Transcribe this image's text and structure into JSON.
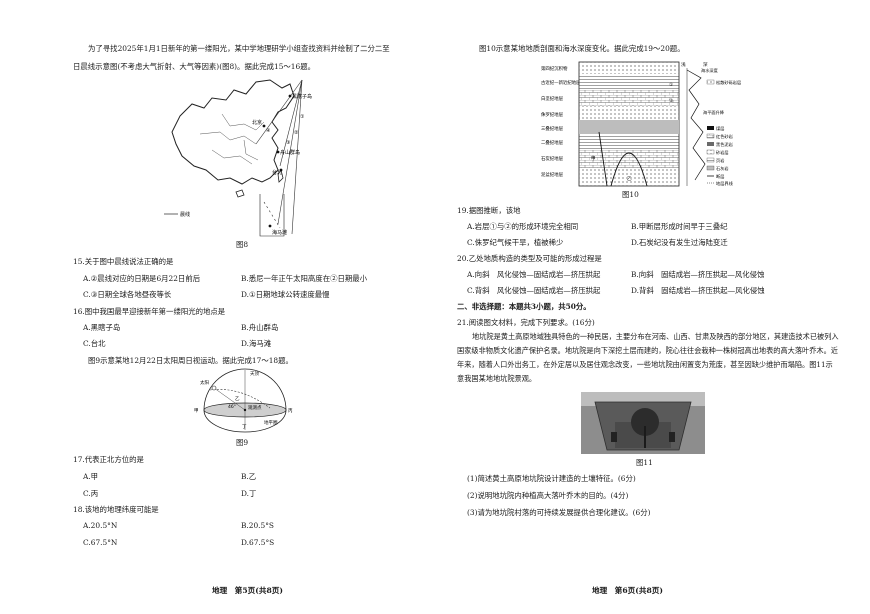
{
  "left_page": {
    "intro_line1": "为了寻找2025年1月1日新年的第一缕阳光，某中学地理研学小组查找资料并绘制了二分二至",
    "intro_line2": "日晨线示意图(不考虑大气折射、大气等因素)(图8)。据此完成15～16题。",
    "map": {
      "labels": {
        "heixiazi": "黑瞎子岛",
        "beijing": "北京",
        "zhoushan": "舟山群岛",
        "taibei": "台北",
        "haima": "海马滩",
        "legend": "晨线"
      },
      "line_marks": [
        "①",
        "②",
        "③",
        "④"
      ],
      "caption": "图8"
    },
    "q15": {
      "stem": "15.关于图中晨线说法正确的是",
      "A": "A.②晨线对应的日期是6月22日前后",
      "B": "B.悉尼一年正午太阳高度在②日期最小",
      "C": "C.③日期全球各地昼夜等长",
      "D": "D.①日期地球公转速度最慢"
    },
    "q16": {
      "stem": "16.图中我国最早迎接新年第一缕阳光的地点是",
      "A": "A.黑瞎子岛",
      "B": "B.舟山群岛",
      "C": "C.台北",
      "D": "D.海马滩"
    },
    "fig9_intro": "图9示意某地12月22日太阳周日视运动。据此完成17～18题。",
    "fig9": {
      "labels": {
        "tianding": "天顶",
        "taiyang": "太阳",
        "jia": "甲",
        "yi": "乙",
        "bing": "丙",
        "ding": "丁",
        "angle": "46°",
        "observer": "观测点",
        "horizon": "地平圈"
      },
      "caption": "图9"
    },
    "q17": {
      "stem": "17.代表正北方位的是",
      "A": "A.甲",
      "B": "B.乙",
      "C": "C.丙",
      "D": "D.丁"
    },
    "q18": {
      "stem": "18.该地的地理纬度可能是",
      "A": "A.20.5°N",
      "B": "B.20.5°S",
      "C": "C.67.5°N",
      "D": "D.67.5°S"
    },
    "footer": "地理　第5页(共8页)"
  },
  "right_page": {
    "fig10_intro": "图10示意某地地质剖面和海水深度变化。据此完成19～20题。",
    "fig10": {
      "left_labels": [
        "第四纪沉积物",
        "古近纪—新近纪地层",
        "白垩纪地层",
        "侏罗纪地层",
        "三叠纪地层",
        "二叠纪地层",
        "石炭纪地层",
        "泥盆纪地层"
      ],
      "depth_labels": [
        "浅",
        "深"
      ],
      "sea_label": "海水深度",
      "sea_curve_label": "海平面升降",
      "legend": [
        "松散砂砾岩层",
        "煤层",
        "红色砂岩",
        "黑色泥岩",
        "砂岩层",
        "页岩",
        "石灰岩",
        "断层",
        "地层界线"
      ],
      "marks": [
        "①",
        "②",
        "甲",
        "乙"
      ],
      "caption": "图10"
    },
    "q19": {
      "stem": "19.据图推断，该地",
      "A": "A.岩层①与②的形成环境完全相同",
      "B": "B.甲断层形成时间早于三叠纪",
      "C": "C.侏罗纪气候干旱，植被稀少",
      "D": "D.石炭纪没有发生过海陆变迁"
    },
    "q20": {
      "stem": "20.乙处地质构造的类型及可能的形成过程是",
      "A": "A.向斜　风化侵蚀—固结成岩—挤压拱起",
      "B": "B.向斜　固结成岩—挤压拱起—风化侵蚀",
      "C": "C.背斜　风化侵蚀—固结成岩—挤压拱起",
      "D": "D.背斜　固结成岩—挤压拱起—风化侵蚀"
    },
    "section2": "二、非选择题：本题共3小题，共50分。",
    "q21_stem": "21.阅读图文材料，完成下列要求。(16分)",
    "q21_material": "地坑院是黄土高原地域独具特色的一种民居，主要分布在河南、山西、甘肃及陕西的部分地区，其建造技术已被列入国家级非物质文化遗产保护名录。地坑院是向下深挖土层而建的，院心往往会栽种一株树冠高出地表的高大落叶乔木。近年来，随着人口外出务工，在外定居以及居住观念改变，一些地坑院由闲置变为荒废，甚至因缺少维护而塌陷。图11示意我国某地地坑院景观。",
    "fig11_caption": "图11",
    "q21_1": "(1)简述黄土高原地坑院设计建造的土壤特征。(6分)",
    "q21_2": "(2)说明地坑院内种植高大落叶乔木的目的。(4分)",
    "q21_3": "(3)请为地坑院村落的可持续发展提供合理化建议。(6分)",
    "footer": "地理　第6页(共8页)"
  }
}
